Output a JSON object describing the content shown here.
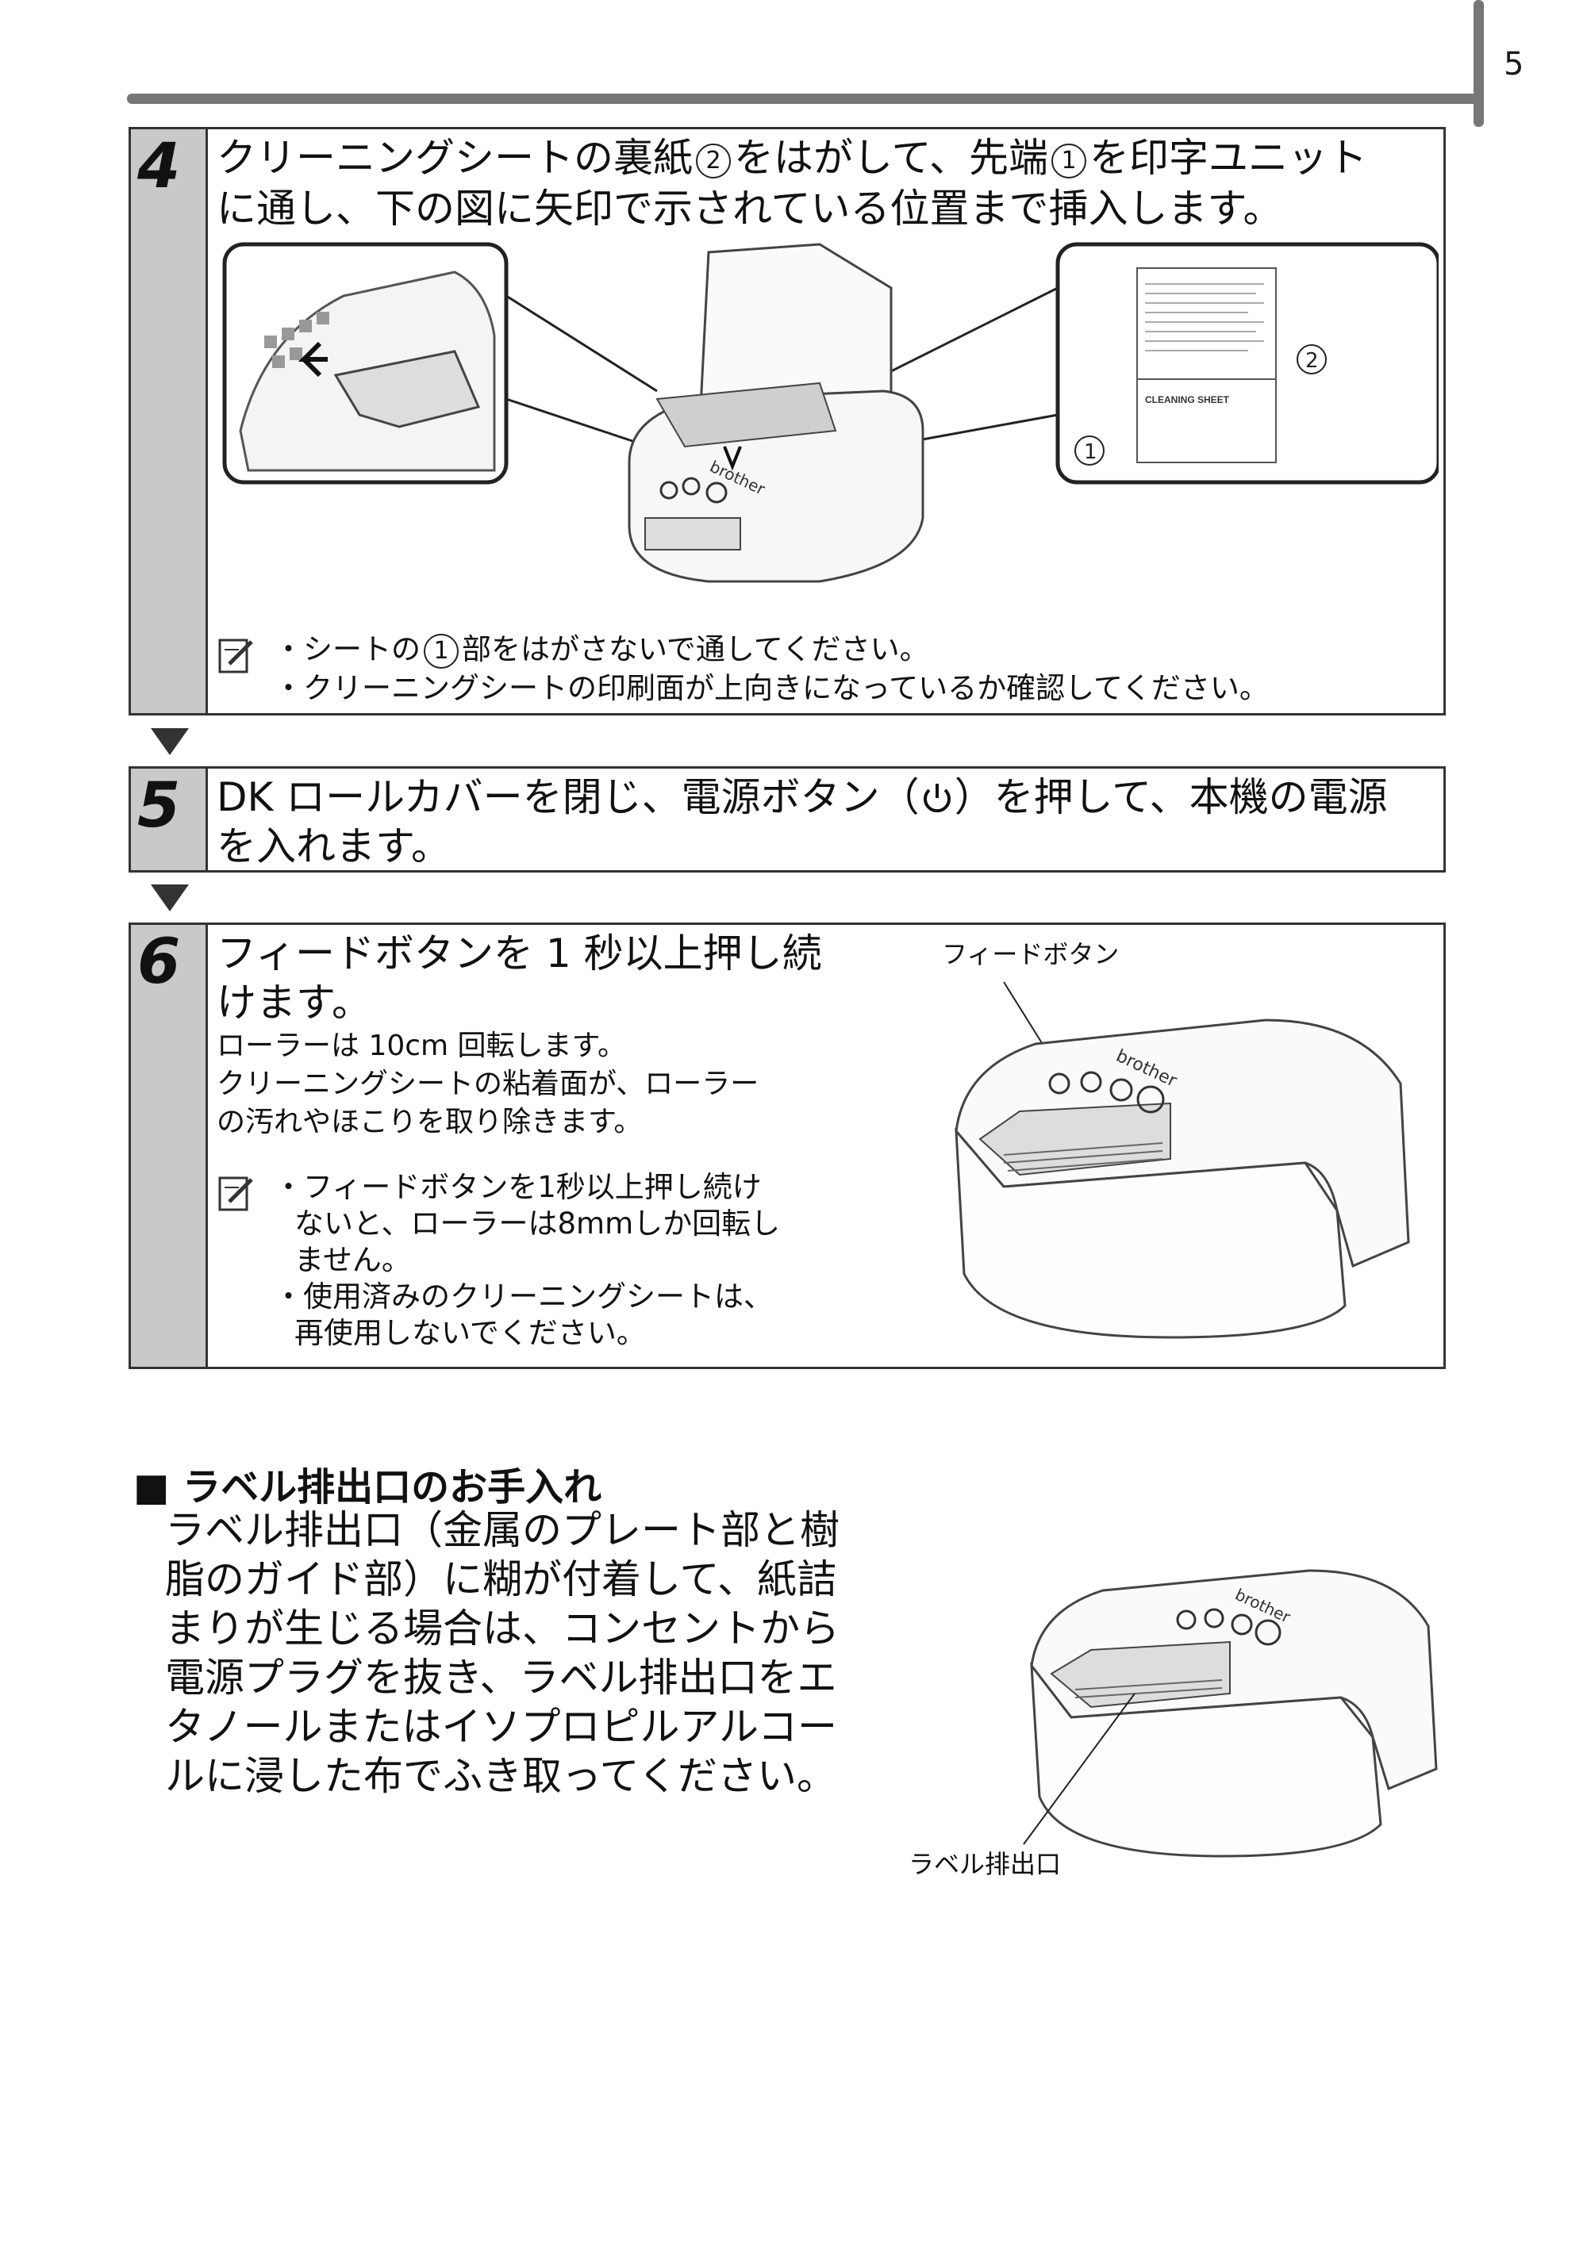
{
  "page": {
    "number": "5"
  },
  "step4": {
    "num": "4",
    "line1_a": "クリーニングシートの裏紙",
    "circle2": "2",
    "line1_b": "をはがして、先端",
    "circle1": "1",
    "line1_c": "を印字ユニット",
    "line2": "に通し、下の図に矢印で示されている位置まで挿入します。",
    "sheet_label": "CLEANING SHEET",
    "brand": "brother",
    "note1_a": "・シートの",
    "note1_b": "部をはがさないで通してください。",
    "note2": "・クリーニングシートの印刷面が上向きになっているか確認してください。"
  },
  "step5": {
    "num": "5",
    "line1_a": "DK ロールカバーを閉じ、電源ボタン（",
    "line1_b": "）を押して、本機の電源",
    "line2": "を入れます。"
  },
  "step6": {
    "num": "6",
    "line1": "フィードボタンを 1 秒以上押し続",
    "line2": "けます。",
    "sub1": "ローラーは 10cm 回転します。",
    "sub2": "クリーニングシートの粘着面が、ローラー",
    "sub3": "の汚れやほこりを取り除きます。",
    "note1": "・フィードボタンを1秒以上押し続け",
    "note2": "ないと、ローラーは8mmしか回転し",
    "note3": "ません。",
    "note4": "・使用済みのクリーニングシートは、",
    "note5": "再使用しないでください。",
    "caption": "フィードボタン",
    "brand": "brother"
  },
  "section": {
    "heading": "■ ラベル排出口のお手入れ",
    "body1": "ラベル排出口（金属のプレート部と樹",
    "body2": "脂のガイド部）に糊が付着して、紙詰",
    "body3": "まりが生じる場合は、コンセントから",
    "body4": "電源プラグを抜き、ラベル排出口をエ",
    "body5": "タノールまたはイソプロピルアルコー",
    "body6": "ルに浸した布でふき取ってください。",
    "caption": "ラベル排出口",
    "brand": "brother"
  }
}
